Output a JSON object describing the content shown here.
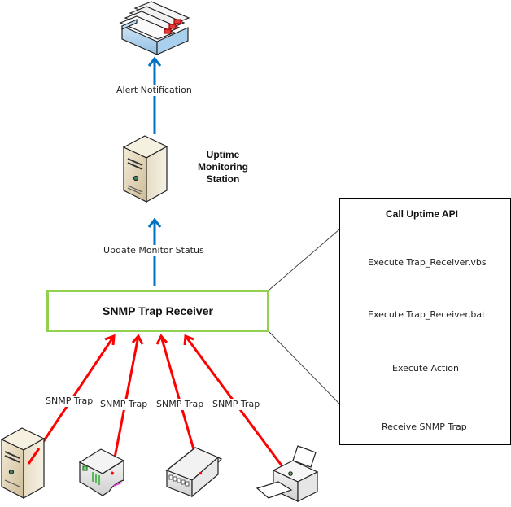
{
  "title": "Uptime SNMP Trap Alerting Flow",
  "colors": {
    "upstream_arrow": "#0070c0",
    "trap_arrow": "#ff0000",
    "process_arrow": "#92d050",
    "receiver_border": "#92d050"
  },
  "nodes": {
    "mail": {
      "icon": "mail-tray-icon"
    },
    "station": {
      "icon": "server-tower-icon",
      "label_lines": [
        "Uptime",
        "Monitoring",
        "Station"
      ]
    },
    "receiver": {
      "label": "SNMP Trap Receiver"
    }
  },
  "edges": {
    "alert": "Alert Notification",
    "update": "Update Monitor Status"
  },
  "sources": [
    {
      "icon": "server-tower-icon",
      "label": "SNMP Trap"
    },
    {
      "icon": "modem-icon",
      "label": "SNMP Trap"
    },
    {
      "icon": "network-switch-icon",
      "label": "SNMP Trap"
    },
    {
      "icon": "printer-icon",
      "label": "SNMP Trap"
    }
  ],
  "process_steps": [
    "Call Uptime API",
    "Execute Trap_Receiver.vbs",
    "Execute Trap_Receiver.bat",
    "Execute Action",
    "Receive SNMP Trap"
  ]
}
